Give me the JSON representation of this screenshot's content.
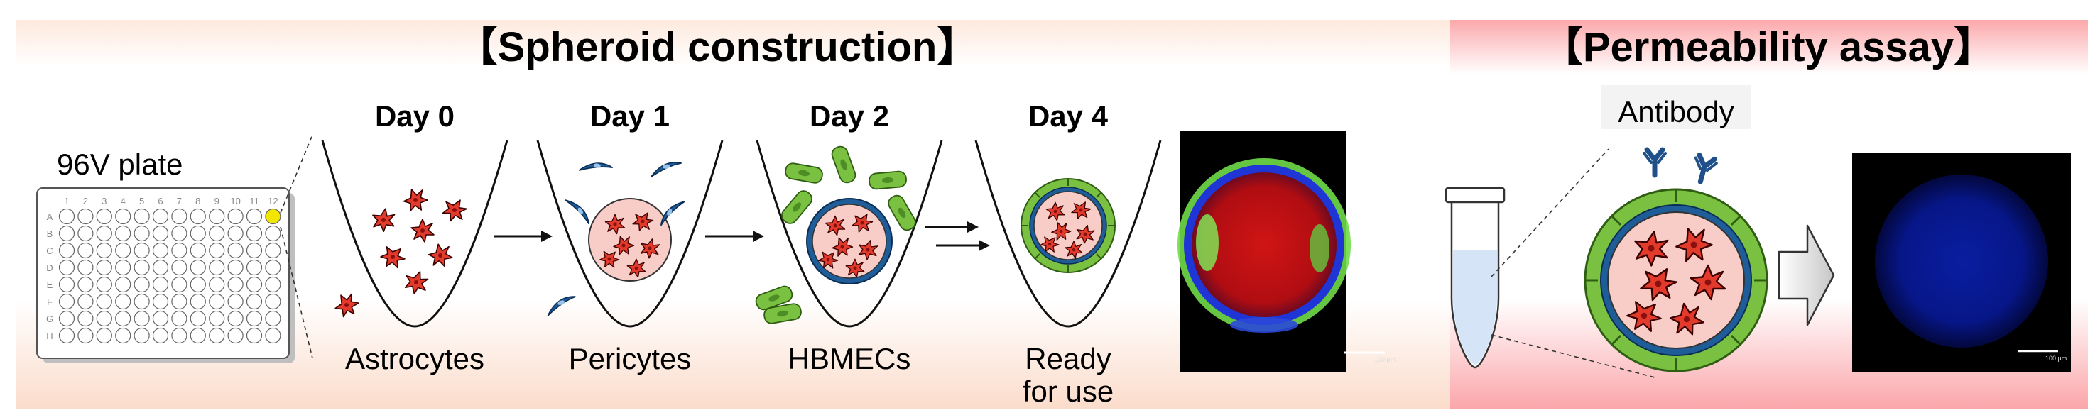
{
  "sections": {
    "spheroid_title": "【Spheroid construction】",
    "permeability_title": "【Permeability assay】"
  },
  "plate": {
    "label": "96V plate",
    "col_numbers": [
      "1",
      "2",
      "3",
      "4",
      "5",
      "6",
      "7",
      "8",
      "9",
      "10",
      "11",
      "12"
    ],
    "row_letters": [
      "A",
      "B",
      "C",
      "D",
      "E",
      "F",
      "G",
      "H"
    ],
    "highlight_color": "#f2e600"
  },
  "steps": [
    {
      "day": "Day 0",
      "cell": "Astrocytes"
    },
    {
      "day": "Day 1",
      "cell": "Pericytes"
    },
    {
      "day": "Day 2",
      "cell": "HBMECs"
    },
    {
      "day": "Day 4",
      "cell_line1": "Ready",
      "cell_line2": "for use"
    }
  ],
  "assay": {
    "antibody_label": "Antibody"
  },
  "colors": {
    "spheroid_bg": "#fbe5da",
    "assay_bg": "#fbb4b7",
    "astrocyte": "#e23a2b",
    "pericyte": "#1f5d98",
    "hbmec": "#7ac142",
    "antibody": "#20508a"
  }
}
